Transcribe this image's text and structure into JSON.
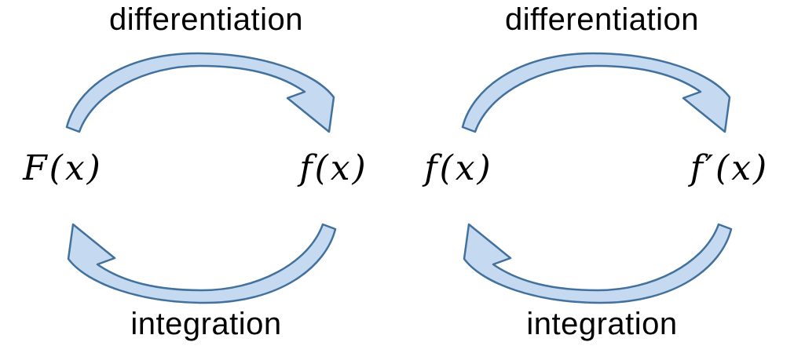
{
  "colors": {
    "background": "#ffffff",
    "text": "#000000",
    "arrow-fill": "#c5d9f1",
    "arrow-stroke": "#41719c"
  },
  "diagram": {
    "cycles": [
      {
        "top_label": "differentiation",
        "bottom_label": "integration",
        "left_node": "F(x)",
        "right_node": "f(x)"
      },
      {
        "top_label": "differentiation",
        "bottom_label": "integration",
        "left_node": "f(x)",
        "right_node": "f′(x)"
      }
    ]
  }
}
